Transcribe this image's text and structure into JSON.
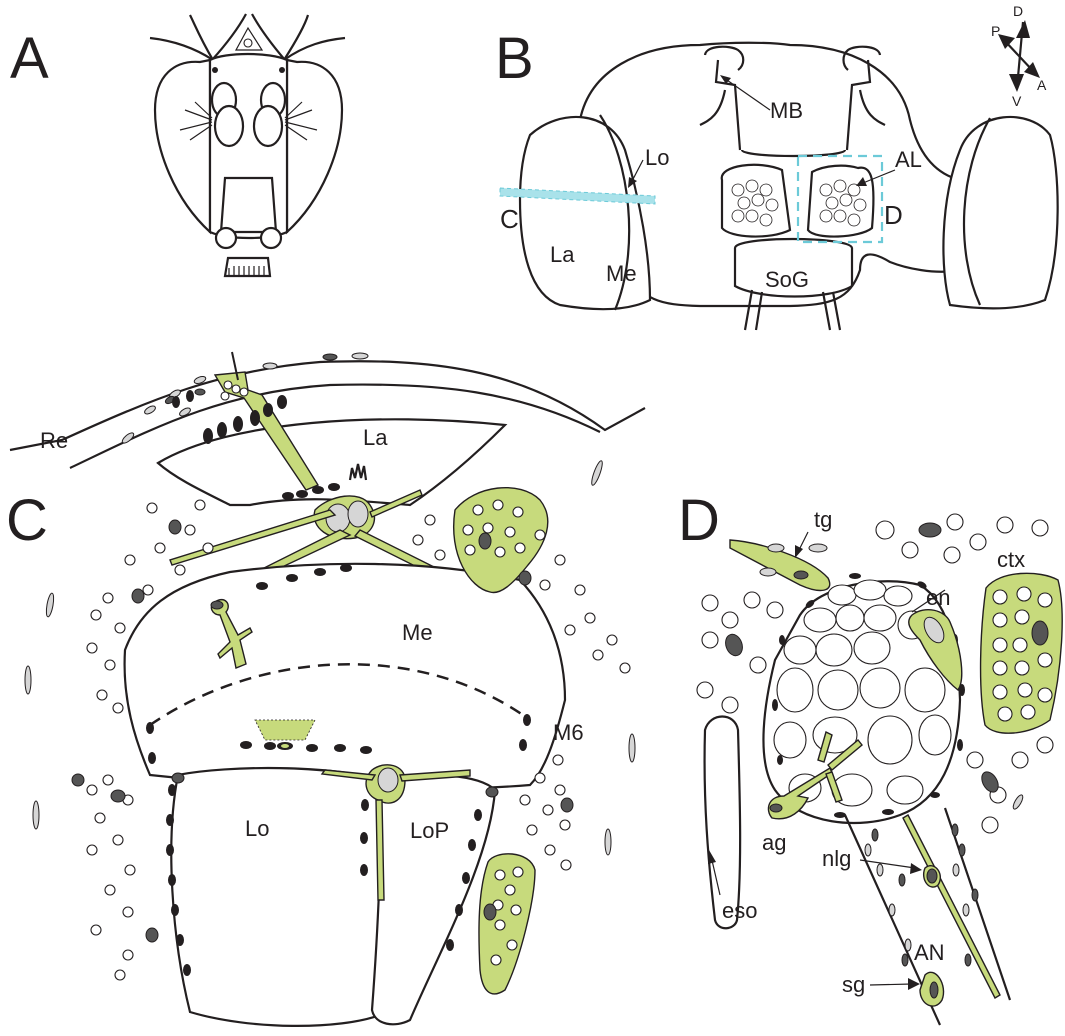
{
  "panels": {
    "a": "A",
    "b": "B",
    "c": "C",
    "d": "D"
  },
  "panel_b": {
    "mb": "MB",
    "lo": "Lo",
    "al": "AL",
    "la": "La",
    "me": "Me",
    "sog": "SoG",
    "c_marker": "C",
    "d_marker": "D",
    "orientation": {
      "d": "D",
      "v": "V",
      "p": "P",
      "a": "A"
    }
  },
  "panel_c": {
    "re": "Re",
    "la": "La",
    "me": "Me",
    "m6": "M6",
    "lo": "Lo",
    "lop": "LoP"
  },
  "panel_d": {
    "tg": "tg",
    "ctx": "ctx",
    "en": "en",
    "ag": "ag",
    "nlg": "nlg",
    "an": "AN",
    "sg": "sg",
    "eso": "eso"
  },
  "colors": {
    "glia_green": "#c7da7c",
    "outline": "#231f20",
    "dark_nucleus": "#555555",
    "light_nucleus": "#d6d6d6",
    "section_marker_cyan": "#6ccad8"
  }
}
